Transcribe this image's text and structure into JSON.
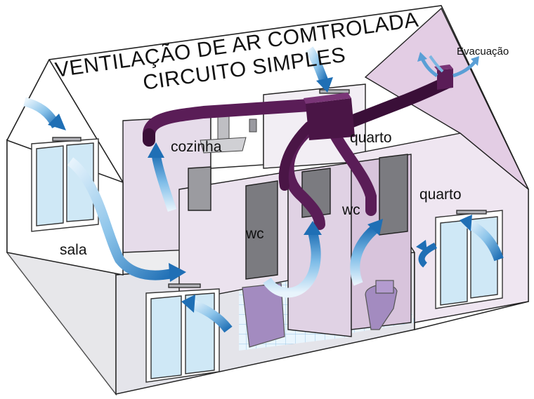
{
  "title": {
    "line1": "VENTILAÇÃO DE AR COMTROLADA",
    "line2": "CIRCUITO SIMPLES"
  },
  "labels": {
    "evacuacao": "Evacuação",
    "cozinha": "cozinha",
    "quarto_top": "quarto",
    "quarto_right": "quarto",
    "wc_left": "wc",
    "wc_right": "wc",
    "sala": "sala"
  },
  "colors": {
    "outline": "#222222",
    "duct": "#5a1d57",
    "duct_dark": "#3a0f38",
    "airflow": "#1f6fb5",
    "airflow_light": "#b8dbf3",
    "wall_pink": "#dcc8de",
    "wall_lilac": "#e6dcea",
    "floor_gray": "#d5d5d9",
    "window_glass": "#cfe8f6",
    "tile": "#dceefa"
  }
}
